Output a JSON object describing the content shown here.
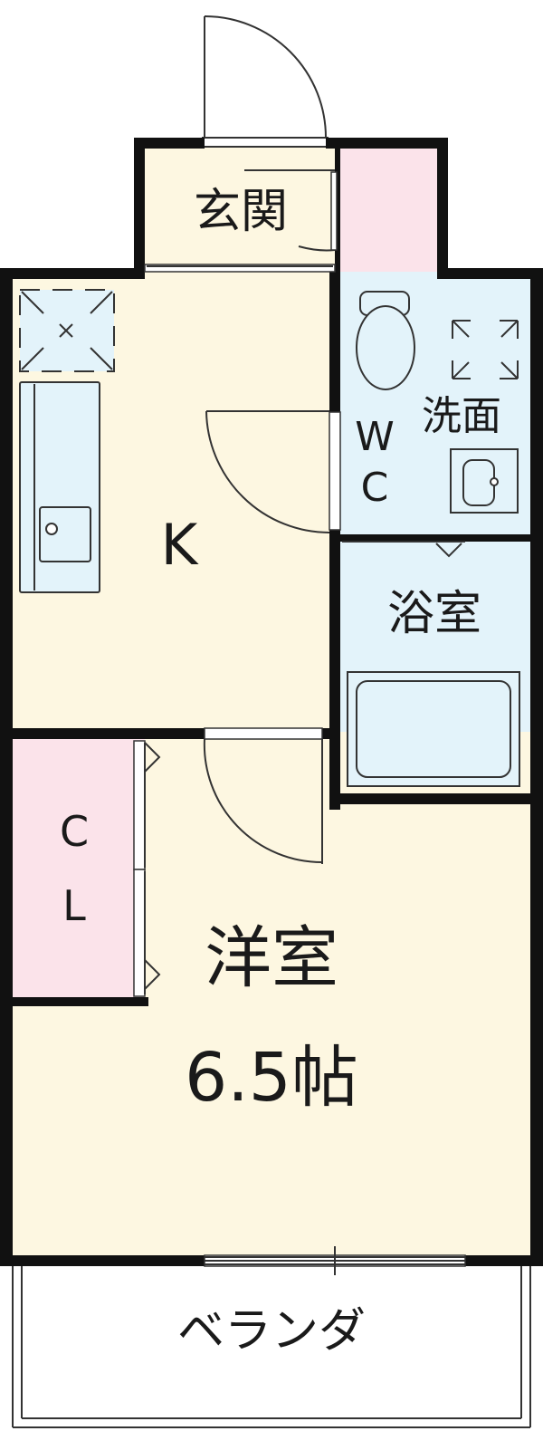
{
  "plan": {
    "rooms": {
      "genkan": "玄関",
      "kitchen": "K",
      "wc_v1": "W",
      "wc_v2": "C",
      "senmen": "洗面",
      "bath": "浴室",
      "closet_v1": "C",
      "closet_v2": "L",
      "western_name": "洋室",
      "western_size": "6.5帖",
      "veranda": "ベランダ"
    },
    "colors": {
      "wall": "#111111",
      "floor": "#fdf7e1",
      "wet_area": "#e3f3fa",
      "closet_storage": "#fbe3ea",
      "line": "#333333",
      "background": "#ffffff"
    }
  }
}
